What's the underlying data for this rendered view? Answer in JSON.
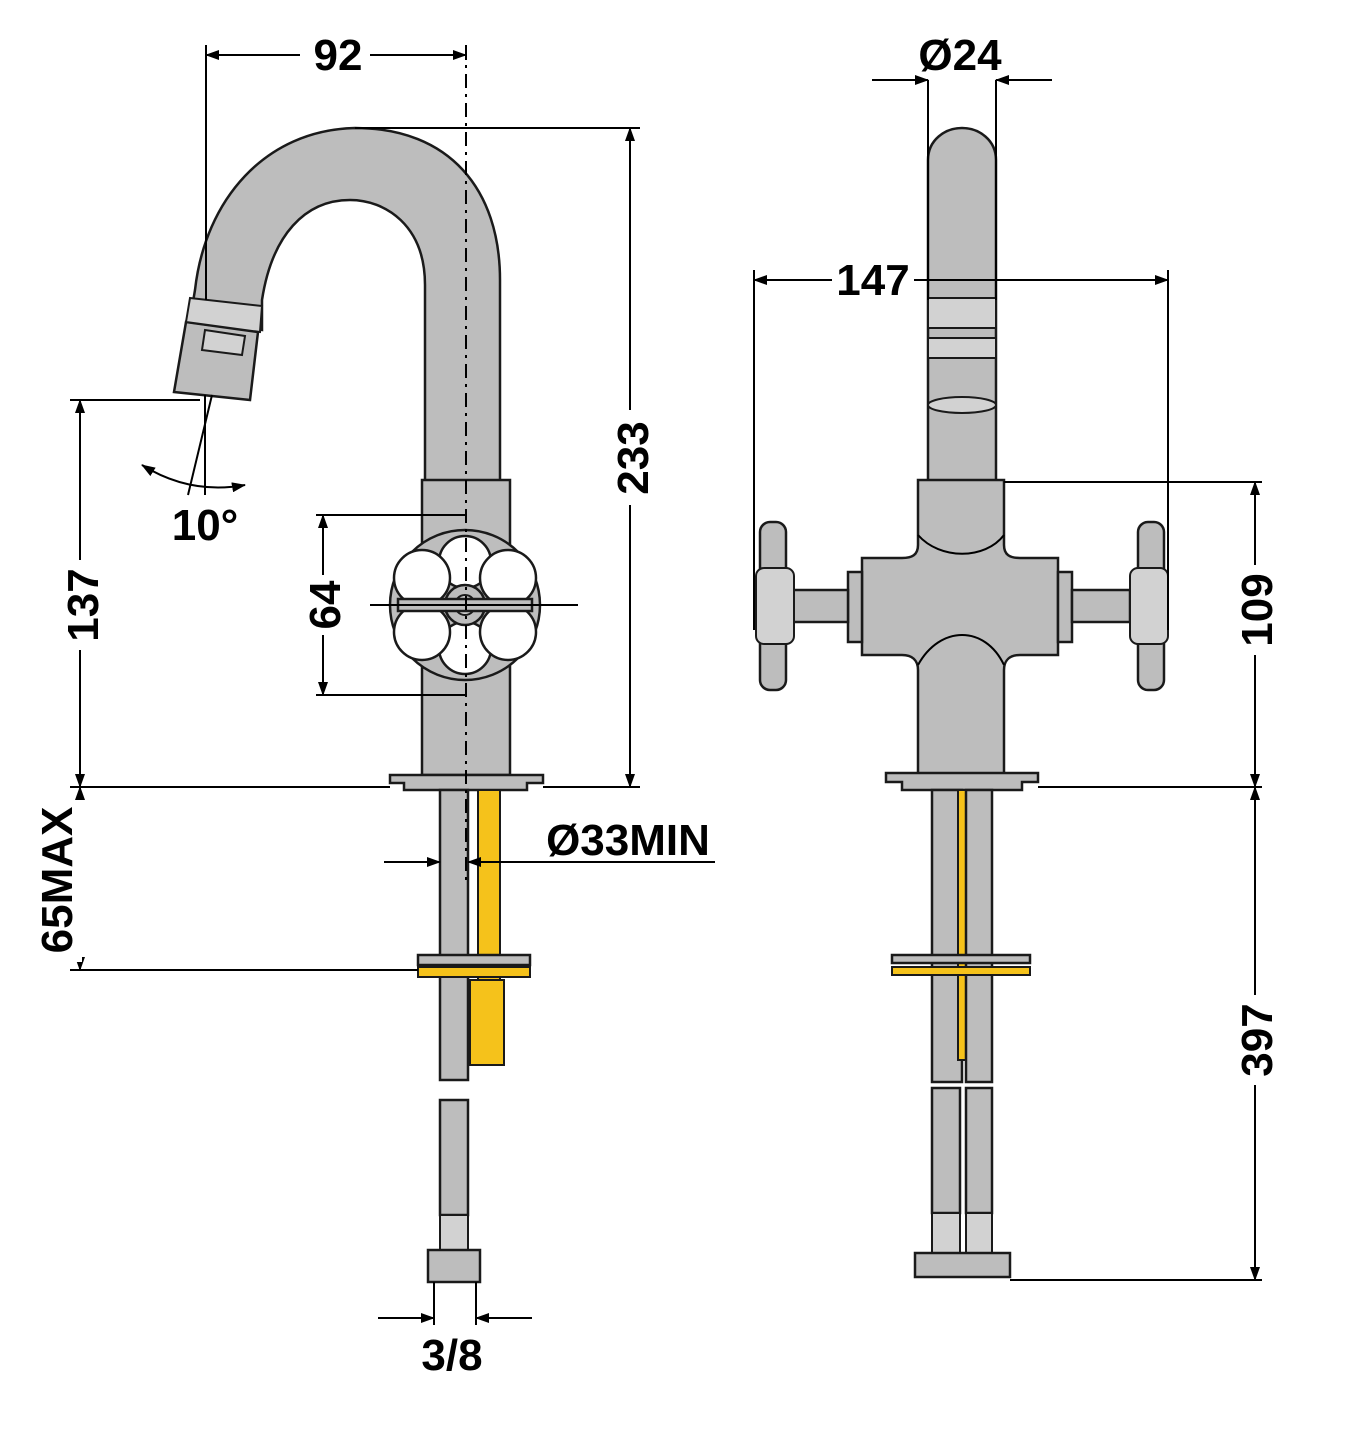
{
  "drawing": {
    "colors": {
      "body": "#bdbdbd",
      "outline": "#1a1a1a",
      "brass": "#f5c21b",
      "dimension": "#000000",
      "background": "#ffffff"
    },
    "side_view": {
      "spout_reach": "92",
      "total_height": "233",
      "spout_outlet_height": "137",
      "spray_angle": "10°",
      "handle_diameter": "64",
      "max_deck_thickness": "65MAX",
      "hole_diameter": "Ø33MIN",
      "connection": "3/8"
    },
    "front_view": {
      "spout_diameter": "Ø24",
      "handle_span": "147",
      "body_height": "109",
      "hose_length": "397"
    }
  }
}
